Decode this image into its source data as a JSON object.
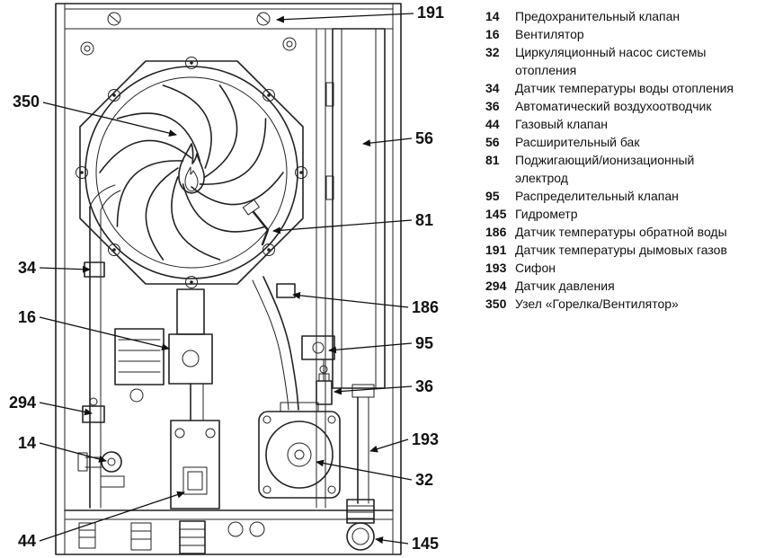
{
  "figure": {
    "type": "boiler-internal-components-diagram",
    "background": "#ffffff",
    "line_color": "#222222"
  },
  "callouts": {
    "c14": "14",
    "c16": "16",
    "c32": "32",
    "c34": "34",
    "c36": "36",
    "c44": "44",
    "c56": "56",
    "c81": "81",
    "c95": "95",
    "c145": "145",
    "c186": "186",
    "c191": "191",
    "c193": "193",
    "c294": "294",
    "c350": "350"
  },
  "legend": {
    "items": [
      {
        "num": "14",
        "desc": "Предохранительный клапан"
      },
      {
        "num": "16",
        "desc": "Вентилятор"
      },
      {
        "num": "32",
        "desc": "Циркуляционный насос системы отопления"
      },
      {
        "num": "34",
        "desc": "Датчик температуры воды отопления"
      },
      {
        "num": "36",
        "desc": "Автоматический воздухоотводчик"
      },
      {
        "num": "44",
        "desc": "Газовый клапан"
      },
      {
        "num": "56",
        "desc": "Расширительный бак"
      },
      {
        "num": "81",
        "desc": "Поджигающий/ионизационный электрод"
      },
      {
        "num": "95",
        "desc": "Распределительный клапан"
      },
      {
        "num": "145",
        "desc": "Гидрометр"
      },
      {
        "num": "186",
        "desc": "Датчик температуры обратной воды"
      },
      {
        "num": "191",
        "desc": "Датчик температуры дымовых газов"
      },
      {
        "num": "193",
        "desc": "Сифон"
      },
      {
        "num": "294",
        "desc": "Датчик давления"
      },
      {
        "num": "350",
        "desc": "Узел «Горелка/Вентилятор»"
      }
    ]
  }
}
